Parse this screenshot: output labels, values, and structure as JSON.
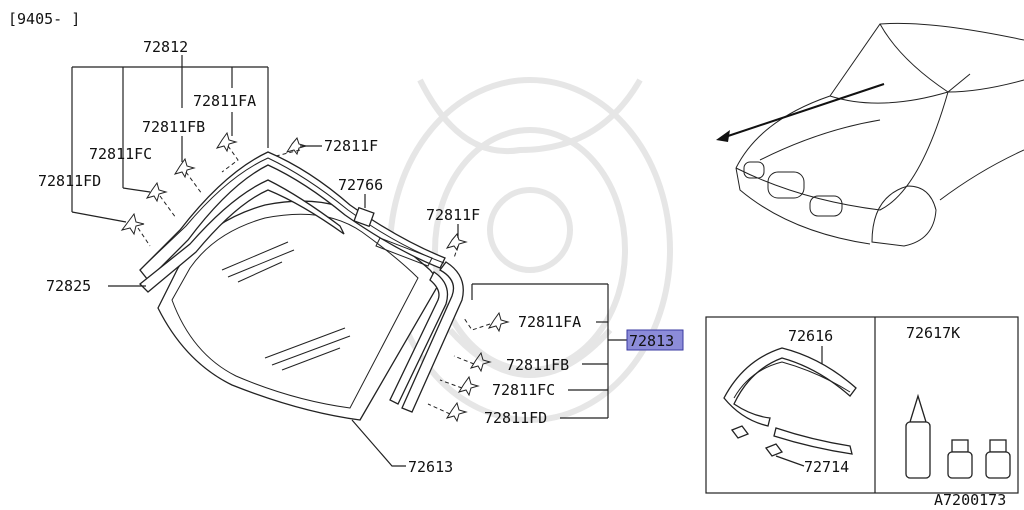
{
  "header": {
    "code": "[9405-     ]"
  },
  "labels": {
    "p72812": "72812",
    "p72811fa_top": "72811FA",
    "p72811fb_top": "72811FB",
    "p72811fc_top": "72811FC",
    "p72811fd_top": "72811FD",
    "p72811f_top": "72811F",
    "p72766": "72766",
    "p72811f_right": "72811F",
    "p72825": "72825",
    "p72811fa_right": "72811FA",
    "p72813": "72813",
    "p72811fb_right": "72811FB",
    "p72811fc_right": "72811FC",
    "p72811fd_right": "72811FD",
    "p72613": "72613",
    "p72616": "72616",
    "p72617k": "72617K",
    "p72714": "72714"
  },
  "footer": {
    "diagram_id": "A7200173"
  },
  "colors": {
    "highlight_fill": "#8c8cd9",
    "highlight_border": "#3a3aa0",
    "line": "#222222",
    "watermark": "#e6e6e6"
  }
}
